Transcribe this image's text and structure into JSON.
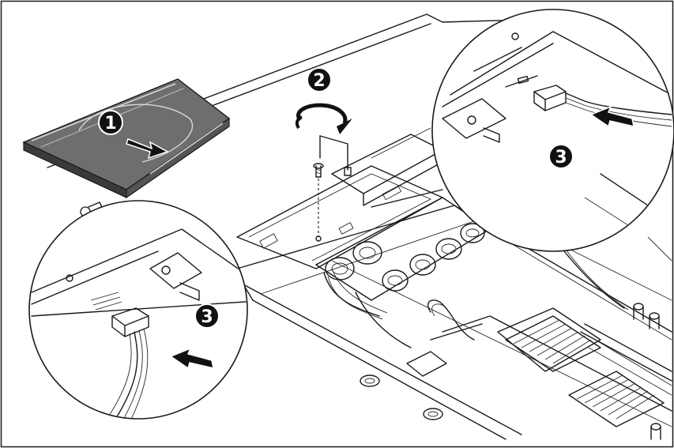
{
  "colors": {
    "ink": "#1a1a1a",
    "paper": "#ffffff",
    "panel_gray": "#6e6e6e",
    "light_gray": "#d9d9d9"
  },
  "steps": [
    {
      "label": "1",
      "meaning": ""
    },
    {
      "label": "2",
      "meaning": ""
    },
    {
      "label": "3",
      "meaning": ""
    },
    {
      "label": "3",
      "meaning": ""
    }
  ]
}
